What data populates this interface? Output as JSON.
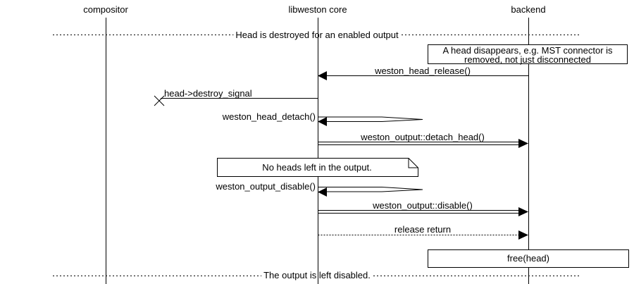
{
  "colors": {
    "ink": "#000000",
    "paper": "#ffffff"
  },
  "participants": [
    {
      "label": "compositor"
    },
    {
      "label": "libweston core"
    },
    {
      "label": "backend"
    }
  ],
  "dividers": [
    {
      "label": "Head is destroyed for an enabled output"
    },
    {
      "label": "The output is left disabled."
    }
  ],
  "notes": [
    {
      "text": "A head disappears, e.g. MST connector is removed, not just disconnected"
    },
    {
      "text": "No heads left in the output."
    }
  ],
  "messages": [
    {
      "label": "weston_head_release()",
      "from": "backend",
      "to": "libweston core",
      "style": "solid-arrow"
    },
    {
      "label": "head->destroy_signal",
      "from": "libweston core",
      "to": "lost-x",
      "style": "lost-message"
    },
    {
      "label": "weston_head_detach()",
      "from": "libweston core",
      "to": "libweston core",
      "style": "self-call"
    },
    {
      "label": "weston_output::detach_head()",
      "from": "libweston core",
      "to": "backend",
      "style": "double-line-arrow"
    },
    {
      "label": "weston_output_disable()",
      "from": "libweston core",
      "to": "libweston core",
      "style": "self-call"
    },
    {
      "label": "weston_output::disable()",
      "from": "libweston core",
      "to": "backend",
      "style": "double-line-arrow"
    },
    {
      "label": "release return",
      "from": "libweston core",
      "to": "backend",
      "style": "dotted-arrow"
    }
  ],
  "action_box": {
    "text": "free(head)"
  }
}
